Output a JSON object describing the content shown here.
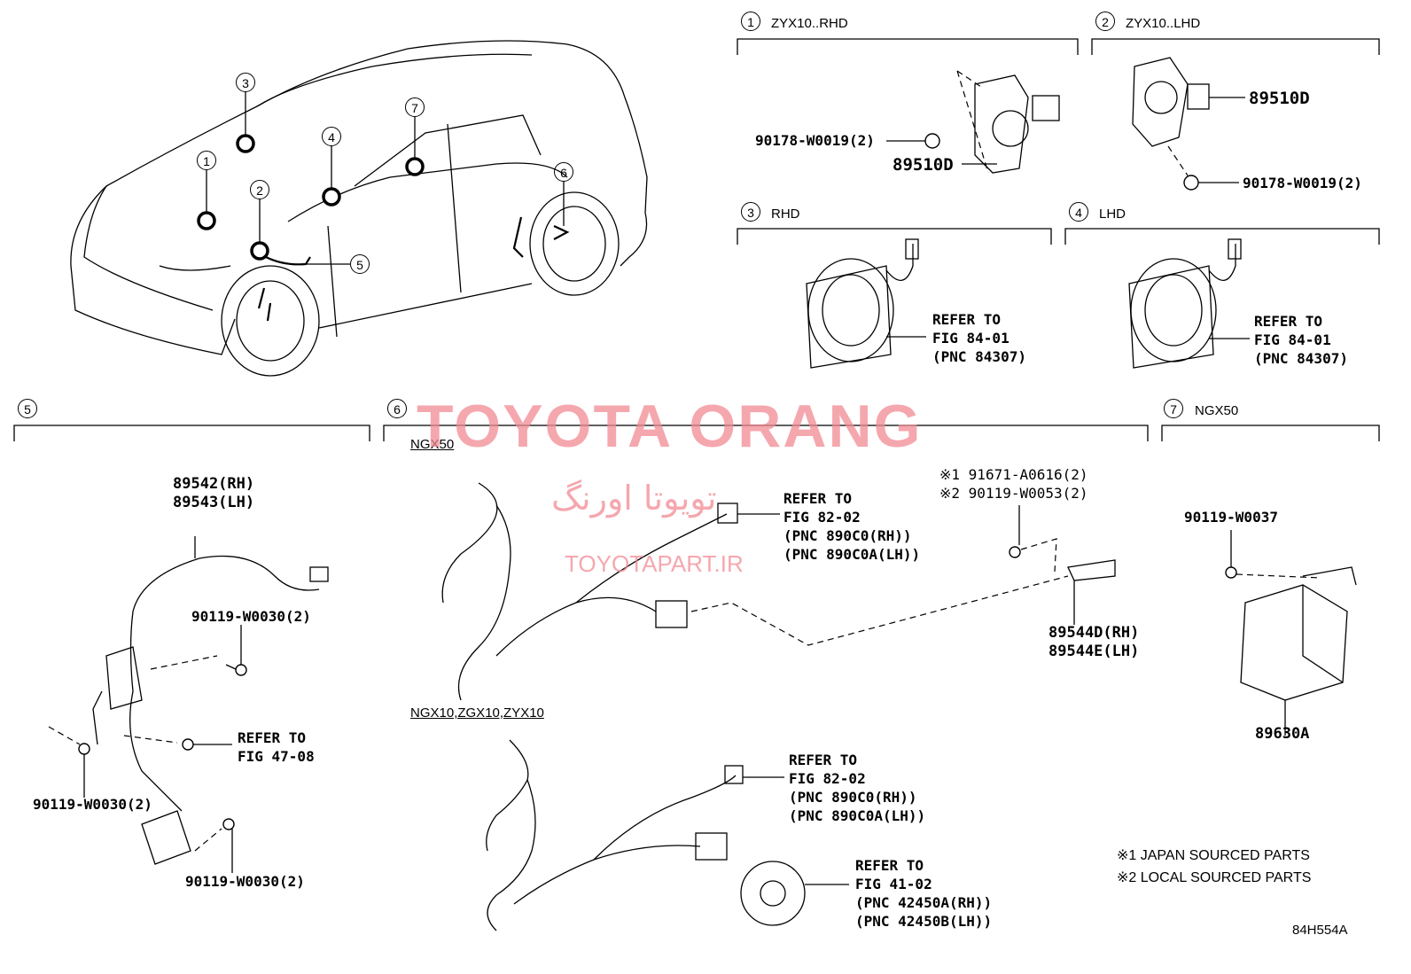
{
  "watermark": {
    "brand": "TOYOTA ORANG",
    "brand_fa": "تویوتا اورنگ",
    "url": "TOYOTAPART.IR"
  },
  "markers": [
    "1",
    "2",
    "3",
    "4",
    "5",
    "6",
    "7"
  ],
  "sections": {
    "s1": {
      "num": "1",
      "label": "ZYX10..RHD"
    },
    "s2": {
      "num": "2",
      "label": "ZYX10..LHD"
    },
    "s3": {
      "num": "3",
      "label": "RHD"
    },
    "s4": {
      "num": "4",
      "label": "LHD"
    },
    "s5": {
      "num": "5"
    },
    "s6": {
      "num": "6"
    },
    "s7": {
      "num": "7",
      "label": "NGX50"
    }
  },
  "sub_labels": {
    "ngx50": "NGX50",
    "ngx10": "NGX10,ZGX10,ZYX10"
  },
  "parts": {
    "p1_bolt": "90178-W0019(2)",
    "p1_sensor": "89510D",
    "p2_sensor": "89510D",
    "p2_bolt": "90178-W0019(2)",
    "p3_refer": [
      "REFER TO",
      "FIG 84-01",
      "(PNC 84307)"
    ],
    "p4_refer": [
      "REFER TO",
      "FIG 84-01",
      "(PNC 84307)"
    ],
    "p5_wire": [
      "89542(RH)",
      "89543(LH)"
    ],
    "p5_bolt_a": "90119-W0030(2)",
    "p5_refer": [
      "REFER TO",
      "FIG 47-08"
    ],
    "p5_bolt_b": "90119-W0030(2)",
    "p5_bolt_c": "90119-W0030(2)",
    "p6_refer_a": [
      "REFER TO",
      "FIG 82-02",
      "(PNC 890C0(RH))",
      "(PNC 890C0A(LH))"
    ],
    "p6_note_bolts": [
      "※1 91671-A0616(2)",
      "※2 90119-W0053(2)"
    ],
    "p6_sensor": [
      "89544D(RH)",
      "89544E(LH)"
    ],
    "p6_refer_b": [
      "REFER TO",
      "FIG 82-02",
      "(PNC 890C0(RH))",
      "(PNC 890C0A(LH))"
    ],
    "p6_refer_c": [
      "REFER TO",
      "FIG 41-02",
      "(PNC 42450A(RH))",
      "(PNC 42450B(LH))"
    ],
    "p7_bolt": "90119-W0037",
    "p7_ecu": "89630A"
  },
  "notes": [
    "※1 JAPAN SOURCED PARTS",
    "※2 LOCAL SOURCED PARTS"
  ],
  "figure_code": "84H554A"
}
